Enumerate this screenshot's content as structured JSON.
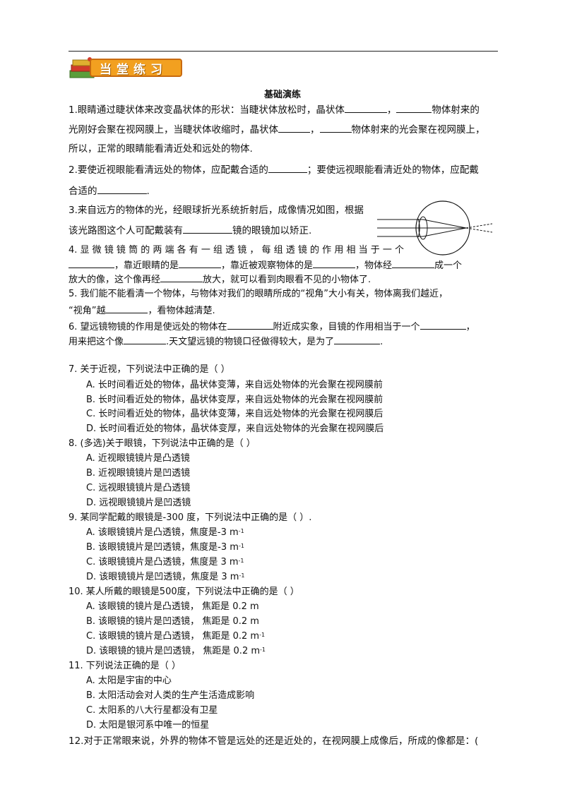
{
  "banner": {
    "label": "当堂练习"
  },
  "section_title": "基础演练",
  "q1": {
    "l1a": "1.眼睛通过睫状体来改变晶状体的形状：当睫状体放松时，晶状体",
    "l1b": "，",
    "l1c": "物体射来的",
    "l2a": "光刚好会聚在视网膜上，当睫状体收缩时，晶状体",
    "l2b": "，",
    "l2c": "物体射来的光会聚在视网膜上，",
    "l3": "所以，正常的眼睛能看清近处和远处的物体."
  },
  "q2": {
    "l1a": "2.要使近视眼能看清远处的物体，应配戴合适的",
    "l1b": "；要使远视眼能看清近处的物体，应配戴",
    "l2a": "合适的",
    "l2b": "."
  },
  "q3": {
    "l1": "3.来自远方的物体的光，经眼球折光系统折射后，成像情况如图，根据",
    "l2a": "该光路图这个人可配戴装有",
    "l2b": "镜的眼镜加以矫正."
  },
  "q4": {
    "l1": "4. 显 微 镜 镜 筒 的 两 端 各 有 一 组 透 镜 ， 每 组 透 镜 的 作 用 相 当 于 一 个",
    "l2a": "，靠近眼睛的是",
    "l2b": "，靠近被观察物体的是",
    "l2c": "，物体经",
    "l2d": "成一个",
    "l3a": "放大的像，这个像再经",
    "l3b": "放大，就可以看到肉眼看不见的小物体了."
  },
  "q5": {
    "l1": "5. 我们能不能看清一个物体，与物体对我们的眼睛所成的“视角”大小有关，物体离我们越近，",
    "l2a": "“视角”越",
    "l2b": "，看物体越清楚."
  },
  "q6": {
    "l1a": "6. 望远镜物镜的作用是使远处的物体在",
    "l1b": "附近成实象，目镜的作用相当于一个",
    "l1c": "，",
    "l2a": "用来把这个像",
    "l2b": ".天文望远镜的物镜口径做得较大，是为了",
    "l2c": "."
  },
  "q7": {
    "stem": "7. 关于近视，下列说法中正确的是（        ）",
    "options": [
      "A. 长时间看近处的物体，晶状体变薄，来自远处物体的光会聚在视网膜前",
      "B. 长时间看近处的物体，晶状体变厚，来自远处物体的光会聚在视网膜前",
      "C. 长时间看近处的物体，晶状体变薄，来自远处物体的光会聚在视网膜后",
      "D. 长时间看近处的物体，晶状体变厚，来自远处物体的光会聚在视网膜后"
    ]
  },
  "q8": {
    "stem": "8. (多选)关于眼镜，下列说法中正确的是（        ）",
    "options": [
      "A. 近视眼镜镜片是凸透镜",
      "B. 近视眼镜镜片是凹透镜",
      "C. 远视眼镜镜片是凸透镜",
      "D. 远视眼镜镜片是凹透镜"
    ]
  },
  "q9": {
    "stem": "9. 某同学配戴的眼镜是-300 度，下列说法中正确的是（        ）.",
    "options": [
      "A. 该眼镜镜片是凸透镜，焦度是-3  m",
      "B. 该眼镜镜片是凹透镜，焦度是-3  m",
      "C. 该眼镜镜片是凸透镜，焦度是 3  m",
      "D. 该眼镜镜片是凹透镜，焦度是 3  m"
    ],
    "exp": "-1"
  },
  "q10": {
    "stem": "10. 某人所戴的眼镜是500度，下列说法中正确的是（        ）",
    "options": [
      "A. 该眼镜的镜片是凸透镜， 焦距是 0.2  m",
      "B. 该眼镜的镜片是凹透镜， 焦距是 0.2  m",
      "C. 该眼镜的镜片是凸透镜， 焦距是 0.2  m",
      "D. 该眼镜的镜片是凹透镜， 焦距是 0.2  m"
    ],
    "exp": "-1"
  },
  "q11": {
    "stem": "11. 下列说法正确的是（        ）",
    "options": [
      "A.  太阳是宇宙的中心",
      "B.  太阳活动会对人类的生产生活造成影响",
      "C.  太阳系的八大行星都没有卫星",
      "D.  太阳是银河系中唯一的恒星"
    ]
  },
  "q12": {
    "stem": "12.对于正常眼来说，外界的物体不管是远处的还是近处的，在视网膜上成像后，所成的像都是：("
  }
}
